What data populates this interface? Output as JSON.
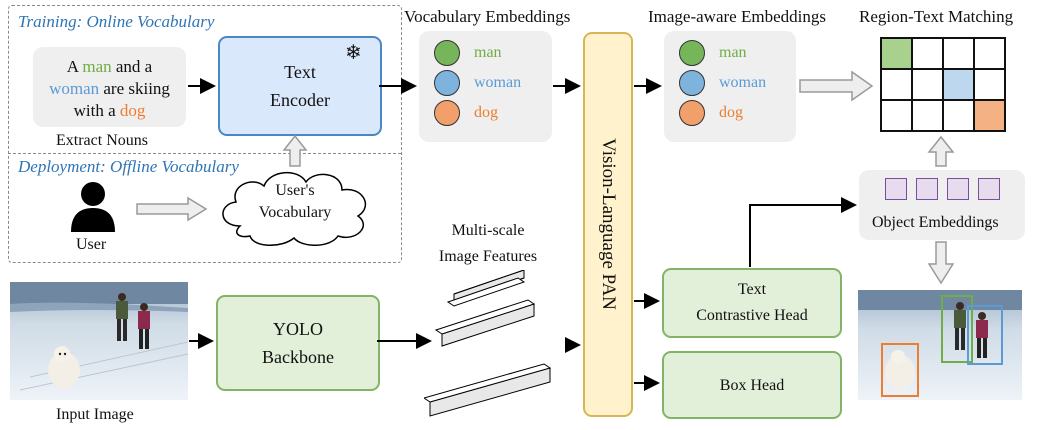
{
  "training_label": "Training: Online Vocabulary",
  "deployment_label": "Deployment: Offline Vocabulary",
  "caption_sentence": {
    "w1": "A",
    "w2": "man",
    "w3": "and a",
    "w4": "woman",
    "w5": "are skiing",
    "w6": "with a",
    "w7": "dog"
  },
  "extract_nouns": "Extract Nouns",
  "text_encoder": {
    "line1": "Text",
    "line2": "Encoder"
  },
  "snowflake_icon": "snowflake-icon",
  "vocab_embeddings_title": "Vocabulary Embeddings",
  "image_aware_title": "Image-aware Embeddings",
  "region_text_title": "Region-Text Matching",
  "vocab": [
    {
      "word": "man",
      "color": "#77b55b",
      "text_color": "#70ad47"
    },
    {
      "word": "woman",
      "color": "#7eb3de",
      "text_color": "#5b9bd5"
    },
    {
      "word": "dog",
      "color": "#f2a06b",
      "text_color": "#ed7d31"
    }
  ],
  "user_label": "User",
  "users_vocab": {
    "line1": "User's",
    "line2": "Vocabulary"
  },
  "multiscale": {
    "line1": "Multi-scale",
    "line2": "Image Features"
  },
  "pan_label": "Vision-Language PAN",
  "yolo": {
    "line1": "YOLO",
    "line2": "Backbone"
  },
  "text_head": {
    "line1": "Text",
    "line2": "Contrastive Head"
  },
  "box_head": "Box Head",
  "object_embeddings": "Object Embeddings",
  "input_image_label": "Input Image",
  "matching_highlights": [
    {
      "row": 0,
      "col": 0,
      "color": "#a9d18e"
    },
    {
      "row": 1,
      "col": 2,
      "color": "#bdd7ee"
    },
    {
      "row": 2,
      "col": 3,
      "color": "#f4b183"
    }
  ],
  "colors": {
    "green": "#82b366",
    "green_fill": "#e2efd9",
    "blue": "#4a86c8",
    "blue_fill": "#dae8fc",
    "pan_fill": "#fff2cc",
    "pan_border": "#d6b656",
    "caption_blue": "#2e75b6"
  }
}
